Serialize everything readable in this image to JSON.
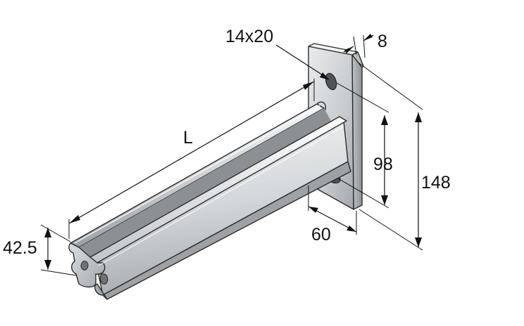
{
  "dimensions": {
    "length": "L",
    "slot": "14x20",
    "thickness": "8",
    "hole_spacing": "98",
    "plate_height": "148",
    "plate_depth": "60",
    "profile_height": "42.5"
  },
  "colors": {
    "line": "#111111",
    "edge": "#2b2b2b",
    "metal_light": "#eef0f1",
    "metal_mid": "#c9cccf",
    "metal_dark": "#8f9396"
  }
}
